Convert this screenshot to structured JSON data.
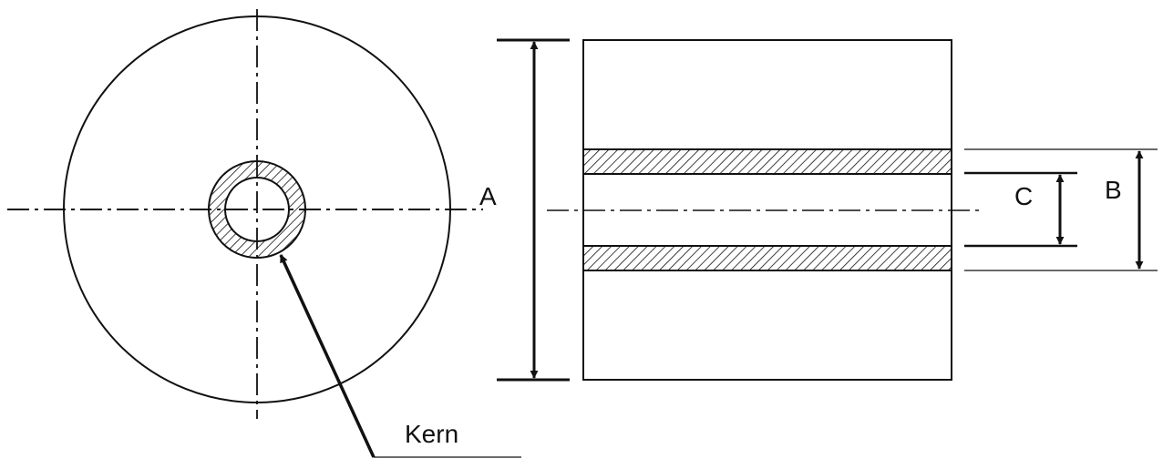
{
  "labels": {
    "dim_a": "A",
    "dim_b": "B",
    "dim_c": "C",
    "core": "Kern"
  },
  "colors": {
    "stroke": "#111111",
    "background": "#ffffff"
  }
}
